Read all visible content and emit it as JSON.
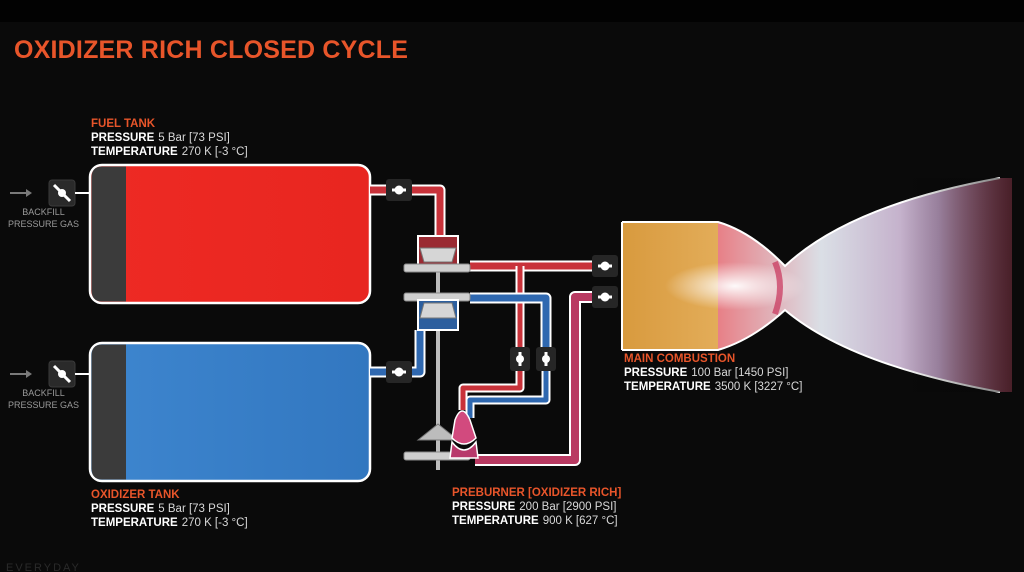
{
  "title": "OXIDIZER RICH CLOSED CYCLE",
  "fuel_tank": {
    "name": "FUEL TANK",
    "pressure_key": "PRESSURE",
    "pressure_value": "5 Bar [73 PSI]",
    "temperature_key": "TEMPERATURE",
    "temperature_value": "270 K [-3 °C]"
  },
  "oxidizer_tank": {
    "name": "OXIDIZER TANK",
    "pressure_key": "PRESSURE",
    "pressure_value": "5 Bar [73 PSI]",
    "temperature_key": "TEMPERATURE",
    "temperature_value": "270 K [-3 °C]"
  },
  "main_combustion": {
    "name": "MAIN COMBUSTION",
    "pressure_key": "PRESSURE",
    "pressure_value": "100 Bar [1450 PSI]",
    "temperature_key": "TEMPERATURE",
    "temperature_value": "3500 K [3227 °C]"
  },
  "preburner": {
    "name": "PREBURNER [OXIDIZER RICH]",
    "pressure_key": "PRESSURE",
    "pressure_value": "200 Bar [2900 PSI]",
    "temperature_key": "TEMPERATURE",
    "temperature_value": "900 K [627 °C]"
  },
  "backfill_top": {
    "line1": "BACKFILL",
    "line2": "PRESSURE GAS"
  },
  "backfill_bottom": {
    "line1": "BACKFILL",
    "line2": "PRESSURE GAS"
  },
  "watermark": "EVERYDAY",
  "colors": {
    "accent": "#e8552a",
    "fuel": "#ee2a24",
    "oxidizer": "#3a7fc8",
    "tank_outline": "#ffffff",
    "background": "#0a0a0a"
  },
  "icons": {
    "valve": "valve-icon",
    "arrow": "arrow-right-icon"
  }
}
